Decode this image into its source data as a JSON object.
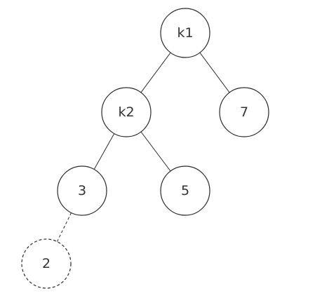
{
  "tree": {
    "nodes": [
      {
        "id": "k1",
        "label": "k1",
        "style": "solid"
      },
      {
        "id": "k2",
        "label": "k2",
        "style": "solid"
      },
      {
        "id": "n7",
        "label": "7",
        "style": "solid"
      },
      {
        "id": "n3",
        "label": "3",
        "style": "solid"
      },
      {
        "id": "n5",
        "label": "5",
        "style": "solid"
      },
      {
        "id": "n2",
        "label": "2",
        "style": "dashed"
      }
    ],
    "edges": [
      {
        "from": "k1",
        "to": "k2",
        "style": "solid"
      },
      {
        "from": "k1",
        "to": "n7",
        "style": "solid"
      },
      {
        "from": "k2",
        "to": "n3",
        "style": "solid"
      },
      {
        "from": "k2",
        "to": "n5",
        "style": "solid"
      },
      {
        "from": "n3",
        "to": "n2",
        "style": "dashed"
      }
    ]
  }
}
